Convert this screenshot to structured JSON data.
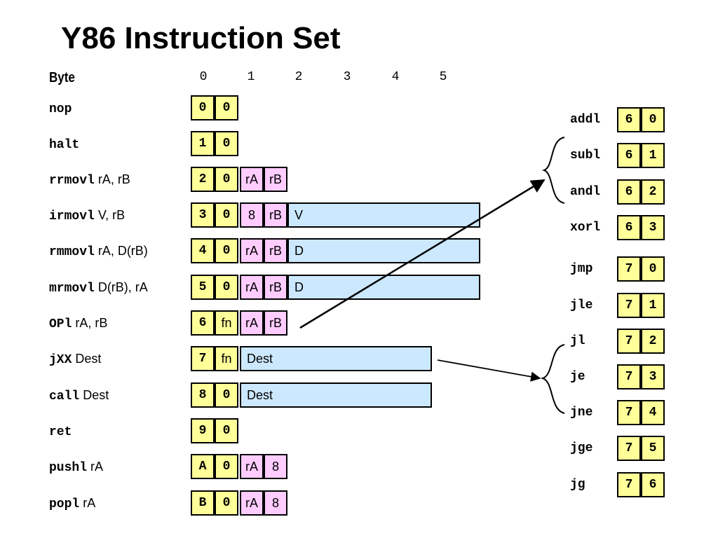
{
  "title": "Y86 Instruction Set",
  "byte_header": {
    "label": "Byte",
    "nums": [
      "0",
      "1",
      "2",
      "3",
      "4",
      "5"
    ]
  },
  "instructions": [
    {
      "mnem": "nop",
      "ops": "",
      "b0": "0",
      "b1": "0",
      "b2": "",
      "b3": "",
      "ext": ""
    },
    {
      "mnem": "halt",
      "ops": "",
      "b0": "1",
      "b1": "0",
      "b2": "",
      "b3": "",
      "ext": ""
    },
    {
      "mnem": "rrmovl",
      "ops": " rA, rB",
      "b0": "2",
      "b1": "0",
      "b2": "rA",
      "b3": "rB",
      "ext": ""
    },
    {
      "mnem": "irmovl",
      "ops": " V, rB",
      "b0": "3",
      "b1": "0",
      "b2": "8",
      "b3": "rB",
      "ext": "V"
    },
    {
      "mnem": "rmmovl",
      "ops": " rA, D(rB)",
      "b0": "4",
      "b1": "0",
      "b2": "rA",
      "b3": "rB",
      "ext": "D"
    },
    {
      "mnem": "mrmovl",
      "ops": " D(rB), rA",
      "b0": "5",
      "b1": "0",
      "b2": "rA",
      "b3": "rB",
      "ext": "D"
    },
    {
      "mnem": "OPl",
      "ops": " rA, rB",
      "b0": "6",
      "b1": "fn",
      "b2": "rA",
      "b3": "rB",
      "ext": ""
    },
    {
      "mnem": "jXX",
      "ops": " Dest",
      "b0": "7",
      "b1": "fn",
      "b2": "",
      "b3": "",
      "ext": "Dest"
    },
    {
      "mnem": "call",
      "ops": " Dest",
      "b0": "8",
      "b1": "0",
      "b2": "",
      "b3": "",
      "ext": "Dest"
    },
    {
      "mnem": "ret",
      "ops": "",
      "b0": "9",
      "b1": "0",
      "b2": "",
      "b3": "",
      "ext": ""
    },
    {
      "mnem": "pushl",
      "ops": " rA",
      "b0": "A",
      "b1": "0",
      "b2": "rA",
      "b3": "8",
      "ext": ""
    },
    {
      "mnem": "popl",
      "ops": " rA",
      "b0": "B",
      "b1": "0",
      "b2": "rA",
      "b3": "8",
      "ext": ""
    }
  ],
  "op_functions": [
    {
      "name": "addl",
      "c0": "6",
      "c1": "0"
    },
    {
      "name": "subl",
      "c0": "6",
      "c1": "1"
    },
    {
      "name": "andl",
      "c0": "6",
      "c1": "2"
    },
    {
      "name": "xorl",
      "c0": "6",
      "c1": "3"
    }
  ],
  "jump_functions": [
    {
      "name": "jmp",
      "c0": "7",
      "c1": "0"
    },
    {
      "name": "jle",
      "c0": "7",
      "c1": "1"
    },
    {
      "name": "jl",
      "c0": "7",
      "c1": "2"
    },
    {
      "name": "je",
      "c0": "7",
      "c1": "3"
    },
    {
      "name": "jne",
      "c0": "7",
      "c1": "4"
    },
    {
      "name": "jge",
      "c0": "7",
      "c1": "5"
    },
    {
      "name": "jg",
      "c0": "7",
      "c1": "6"
    }
  ]
}
